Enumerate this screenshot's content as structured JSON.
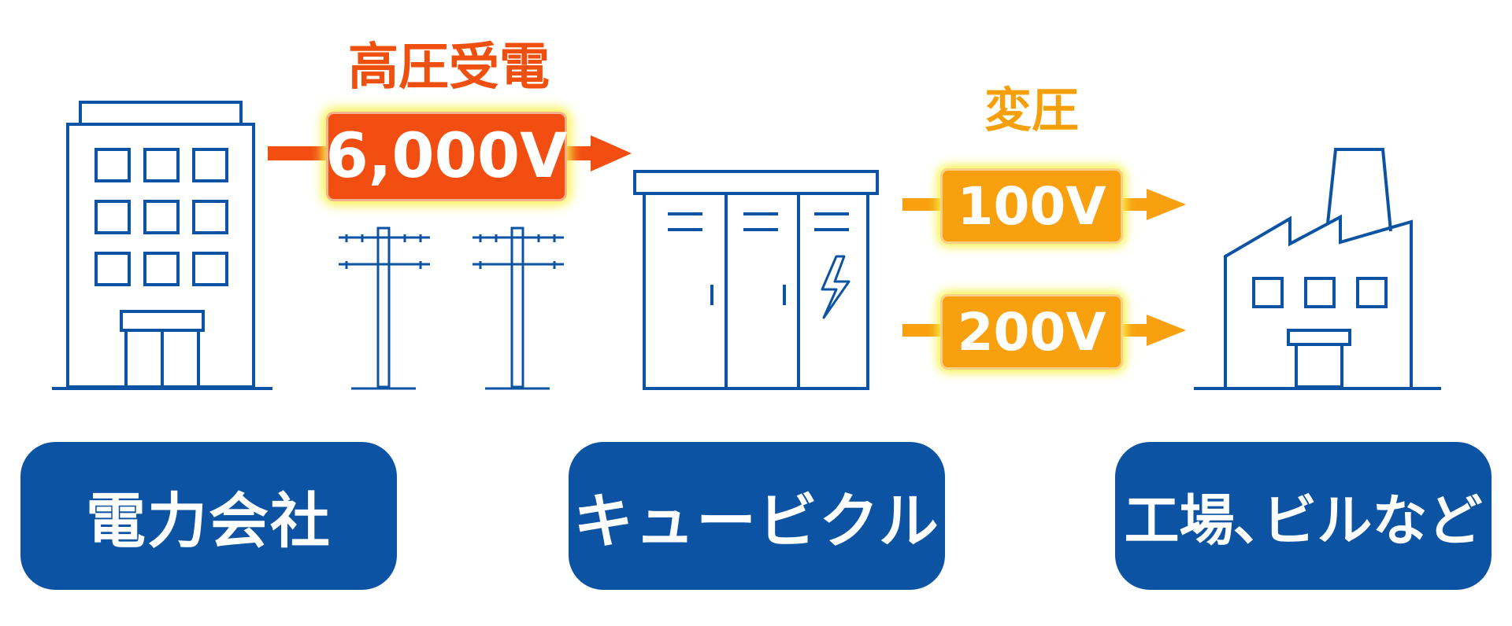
{
  "labels": {
    "receive": "高圧受電",
    "transform": "変圧"
  },
  "voltages": {
    "high": "6,000V",
    "low1": "100V",
    "low2": "200V"
  },
  "captions": {
    "power_company": "電力会社",
    "cubicle": "キュービクル",
    "factory": "工場､ビルなど"
  },
  "colors": {
    "blue": "#0d53a3",
    "red_orange": "#f24e12",
    "orange": "#f9a00f",
    "arrow_label_red": "#f0500f",
    "arrow_label_orange": "#f5a00a",
    "glow": "#f7f24a"
  }
}
